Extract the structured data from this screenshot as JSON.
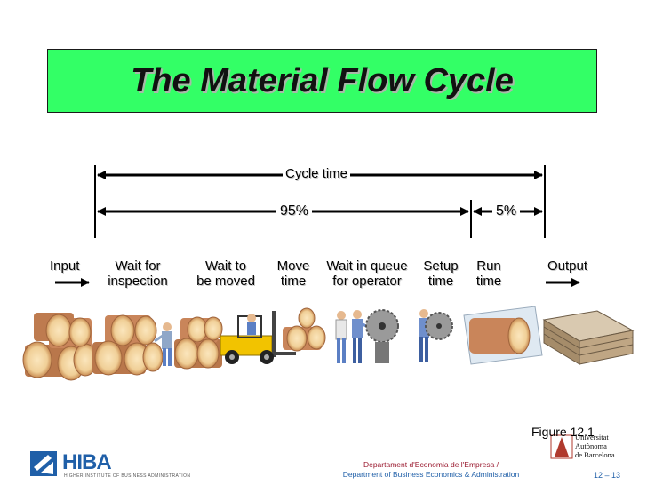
{
  "title": "The Material Flow Cycle",
  "cycle_time_label": "Cycle time",
  "pct_95": "95%",
  "pct_5": "5%",
  "stages": {
    "input": "Input",
    "wait_inspection": [
      "Wait for",
      "inspection"
    ],
    "wait_moved": [
      "Wait to",
      "be moved"
    ],
    "move": [
      "Move",
      "time"
    ],
    "queue": [
      "Wait in queue",
      "for operator"
    ],
    "setup": [
      "Setup",
      "time"
    ],
    "run": [
      "Run",
      "time"
    ],
    "output": "Output"
  },
  "figure_label": "Figure 12.1",
  "footer": {
    "dept_es": "Departament d'Economia de l'Empresa /",
    "dept_en": "Department of Business Economics & Administration",
    "page": "12 – 13"
  },
  "logos": {
    "hiba": "HIBA",
    "hiba_sub": "HIGHER INSTITUTE OF BUSINESS ADMINISTRATION",
    "uab_line1": "Universitat",
    "uab_line2": "Autònoma",
    "uab_line3": "de Barcelona",
    "uab_mark": "A"
  },
  "colors": {
    "title_bg": "#33ff66",
    "forklift": "#f2c300",
    "logs": "#c9855a",
    "log_end": "#f4d9a8",
    "worker_blue": "#5b7fc4",
    "footer_red": "#9b1b30",
    "footer_blue": "#1f5fa8"
  }
}
